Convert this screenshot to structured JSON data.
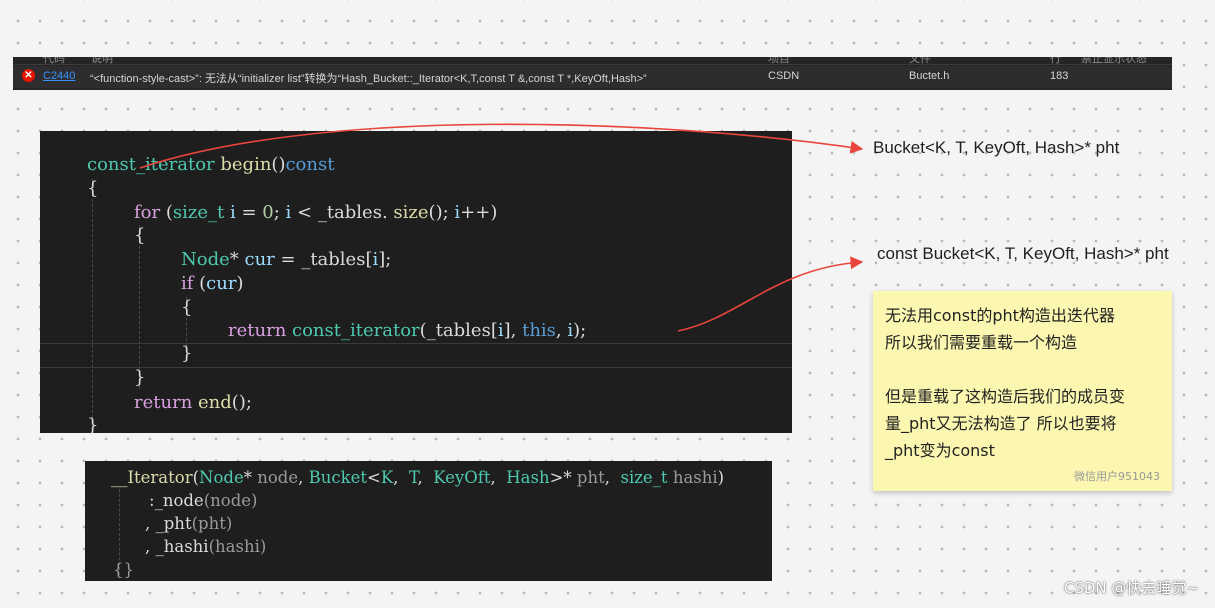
{
  "error_list": {
    "columns": [
      "代码",
      "说明",
      "项目",
      "文件",
      "行",
      "禁止显示状态"
    ],
    "row": {
      "code": "C2440",
      "message": "“<function-style-cast>”: 无法从“initializer list”转换为“Hash_Bucket::_Iterator<K,T,const T &,const T *,KeyOft,Hash>”",
      "project": "CSDN",
      "file": "Buctet.h",
      "line": "183"
    }
  },
  "code_block_1": {
    "line1": {
      "t1": "const_iterator",
      "t2": " ",
      "t3": "begin",
      "t4": "()",
      "t5": "const"
    },
    "line2": "{",
    "line3": {
      "t1": "for",
      "t2": " (",
      "t3": "size_t",
      "t4": " ",
      "t5": "i",
      "t6": " = ",
      "t7": "0",
      "t8": "; ",
      "t9": "i",
      "t10": " < ",
      "t11": "_tables",
      "t12": ". ",
      "t13": "size",
      "t14": "(); ",
      "t15": "i",
      "t16": "++)"
    },
    "line4": "{",
    "line5": {
      "t1": "Node",
      "t2": "* ",
      "t3": "cur",
      "t4": " = ",
      "t5": "_tables",
      "t6": "[",
      "t7": "i",
      "t8": "];"
    },
    "line6": {
      "t1": "if",
      "t2": " (",
      "t3": "cur",
      "t4": ")"
    },
    "line7": "{",
    "line8": {
      "t1": "return",
      "t2": " ",
      "t3": "const_iterator",
      "t4": "(",
      "t5": "_tables",
      "t6": "[",
      "t7": "i",
      "t8": "], ",
      "t9": "this",
      "t10": ", ",
      "t11": "i",
      "t12": ");"
    },
    "line9": "}",
    "line10": "}",
    "line11": {
      "t1": "return",
      "t2": " ",
      "t3": "end",
      "t4": "();"
    },
    "line12": "}"
  },
  "code_block_2": {
    "line1": {
      "t1": "__Iterator",
      "t2": "(",
      "t3": "Node",
      "t4": "* ",
      "t5": "node",
      "t6": ", ",
      "t7": "Bucket",
      "t8": "<",
      "t9": "K",
      "t10": ",  ",
      "t11": "T",
      "t12": ",  ",
      "t13": "KeyOft",
      "t14": ",  ",
      "t15": "Hash",
      "t16": ">* ",
      "t17": "pht",
      "t18": ",  ",
      "t19": "size_t",
      "t20": " ",
      "t21": "hashi",
      "t22": ")"
    },
    "line2": {
      "t1": ":",
      "t2": "_node",
      "t3": "(node)"
    },
    "line3": {
      "t1": ", ",
      "t2": "_pht",
      "t3": "(pht)"
    },
    "line4": {
      "t1": ", ",
      "t2": "_hashi",
      "t3": "(hashi)"
    },
    "line5": "{}"
  },
  "annotations": {
    "label1": "Bucket<K, T, KeyOft, Hash>* pht",
    "label2": "const Bucket<K, T, KeyOft, Hash>* pht"
  },
  "sticky_note": {
    "line1": "无法用const的pht构造出迭代器",
    "line2": "所以我们需要重载一个构造",
    "line3": "但是重载了这构造后我们的成员变",
    "line4": "量_pht又无法构造了 所以也要将",
    "line5": "_pht变为const",
    "author": "微信用户951043"
  },
  "watermark": "CSDN @快去睡觉~",
  "colors": {
    "arrow": "#e8453c",
    "code_bg": "#1e1e1e",
    "sticky_bg": "#fbf6b0",
    "error_icon": "#e51400",
    "link": "#3794ff"
  }
}
